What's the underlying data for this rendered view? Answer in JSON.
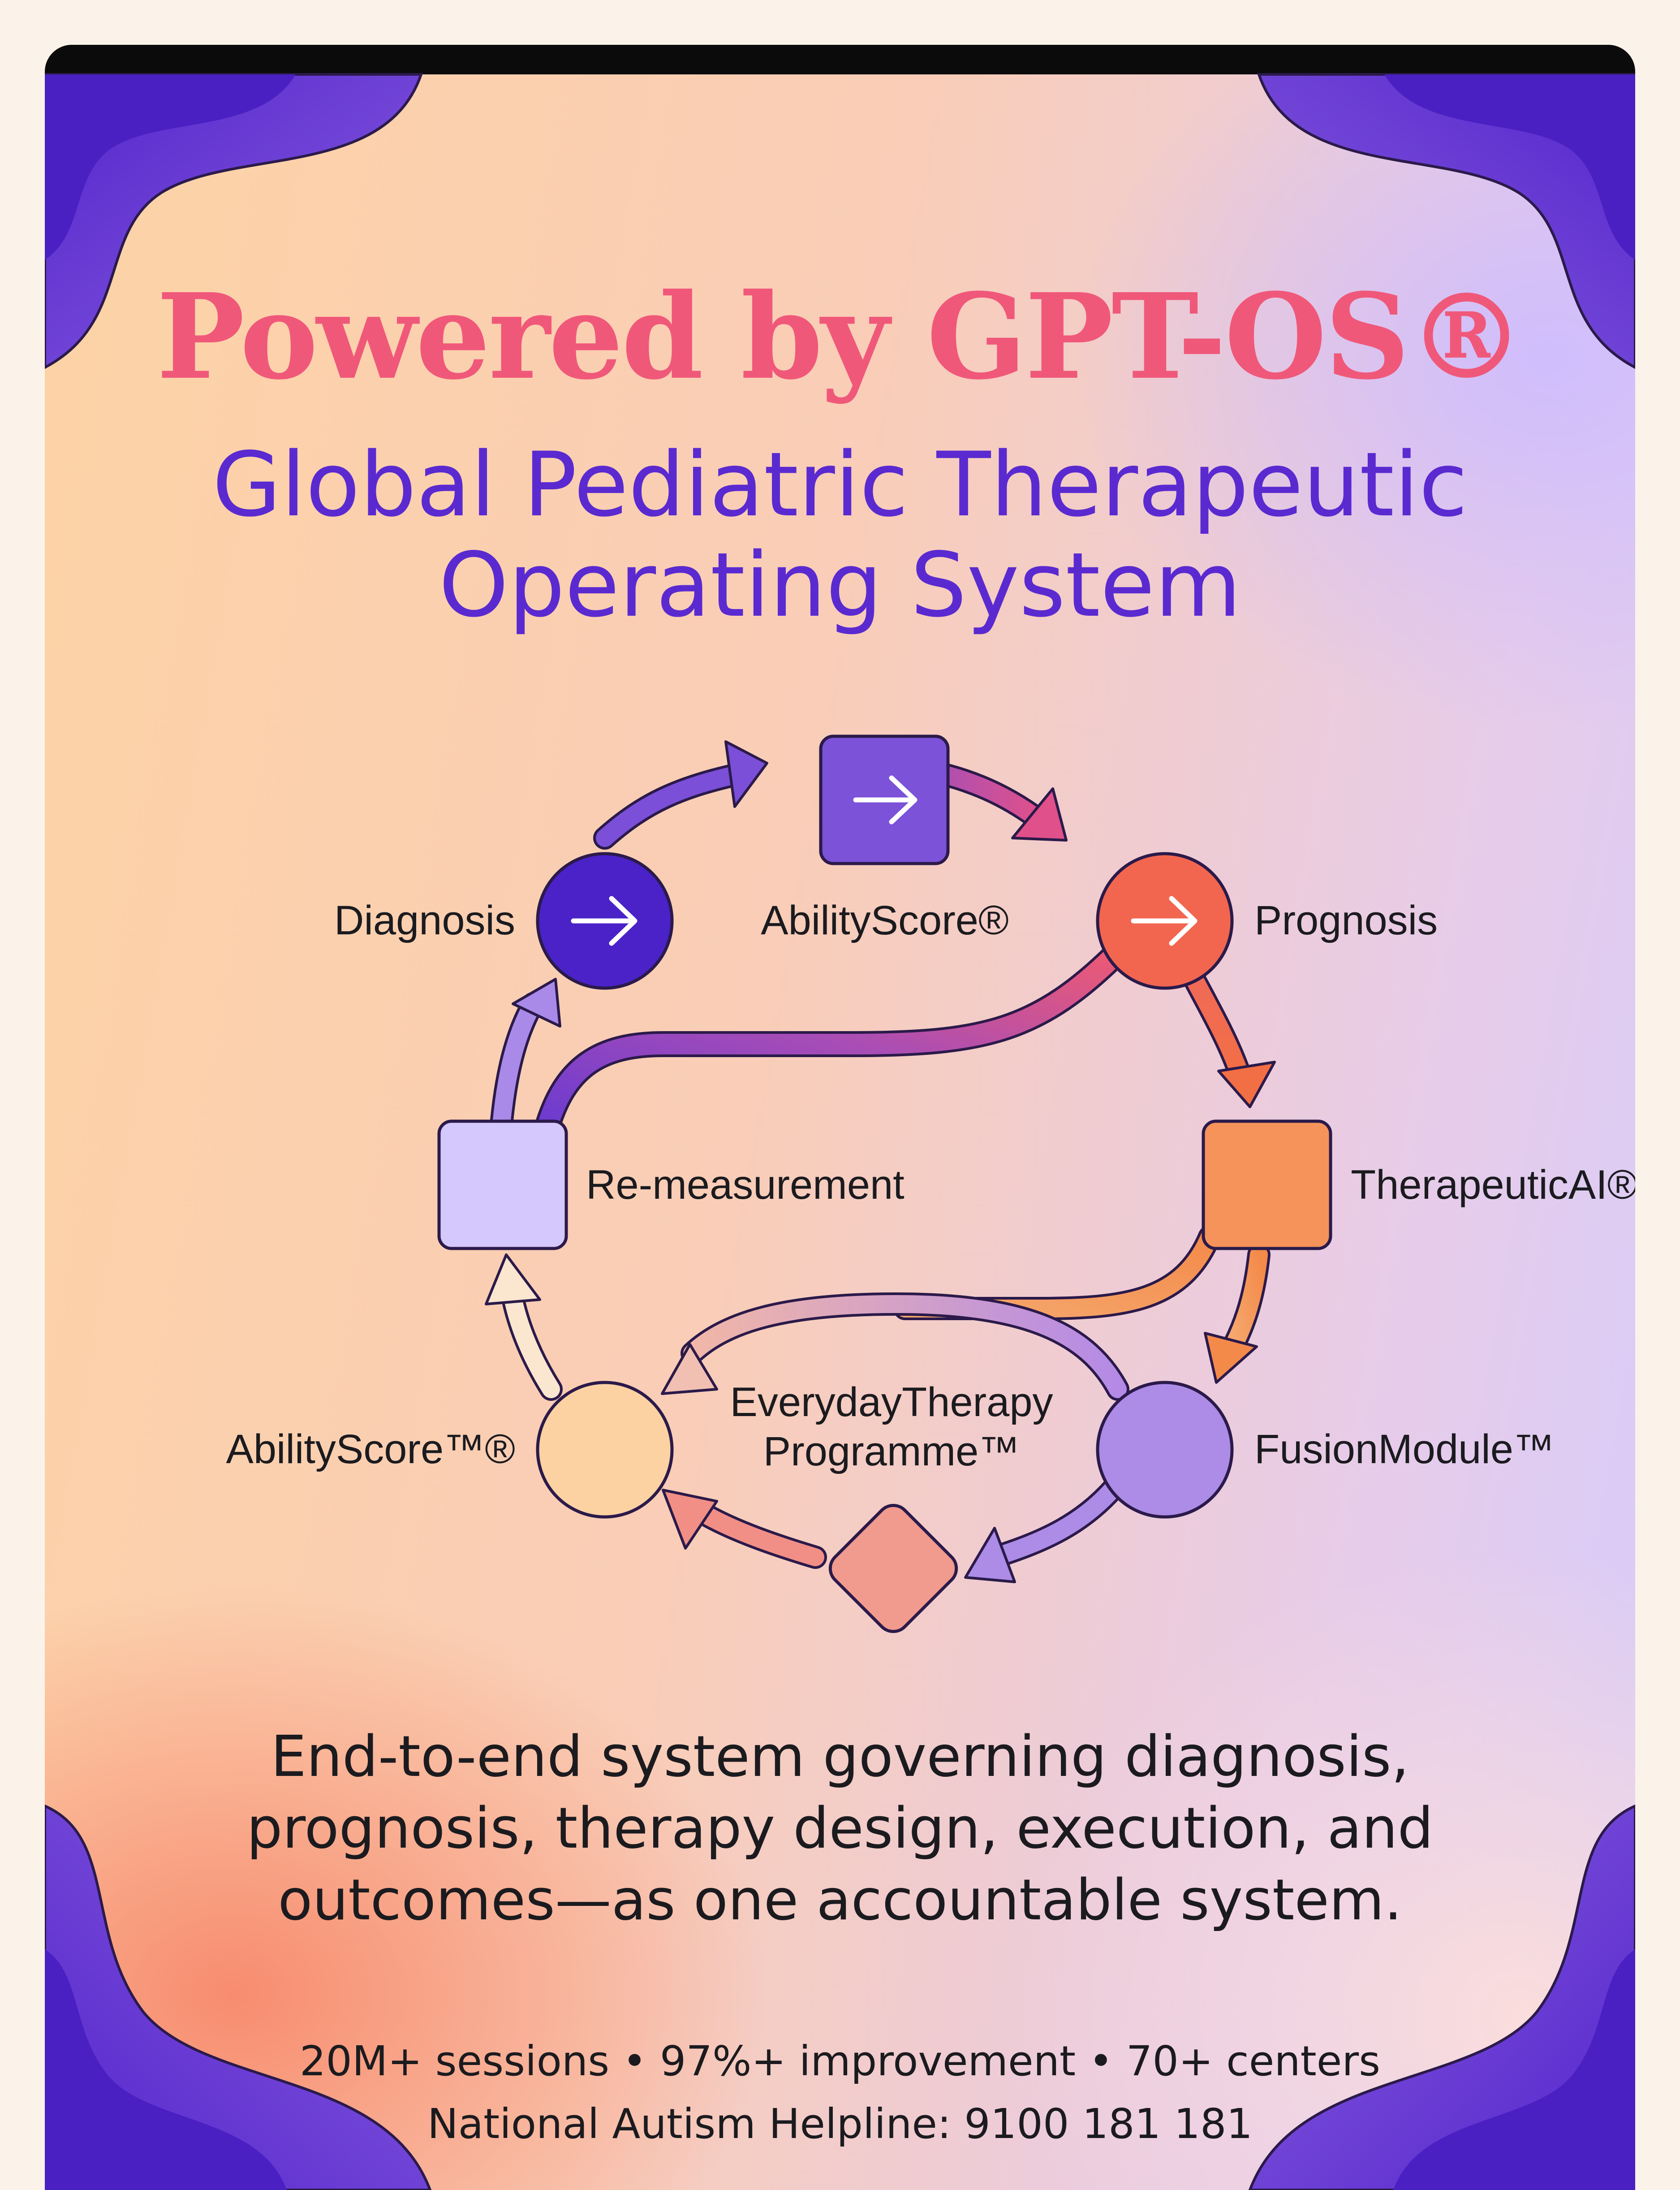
{
  "header": {
    "title": "Powered by GPT-OS®",
    "subtitle_line1": "Global Pediatric Therapeutic",
    "subtitle_line2": "Operating System"
  },
  "diagram": {
    "labels": {
      "diagnosis": "Diagnosis",
      "abilityscore_top": "AbilityScore®",
      "prognosis": "Prognosis",
      "remeasurement": "Re-measurement",
      "therapeuticai": "TherapeuticAI®",
      "abilityscore_bottom": "AbilityScore™®",
      "everyday_line1": "EverydayTherapy",
      "everyday_line2": "Programme™",
      "fusionmodule": "FusionModule™"
    },
    "icons": {
      "node_arrow": "arrow-right-icon"
    },
    "colors": {
      "diagnosis": "#4a22c8",
      "abilityscore_top": "#7b52d8",
      "prognosis": "#f26650",
      "remeasurement": "#d5c8fc",
      "therapeuticai": "#f5935a",
      "fusionmodule": "#ac8ce6",
      "abilityscore_bottom": "#fdd2a2",
      "diamond": "#f19a8e"
    }
  },
  "tagline": {
    "line1": "End-to-end system governing diagnosis,",
    "line2": "prognosis, therapy design, execution, and",
    "line3": "outcomes—as one accountable system."
  },
  "footer": {
    "stats": "20M+ sessions • 97%+ improvement • 70+ centers",
    "helpline": "National Autism Helpline: 9100 181 181"
  },
  "theme": {
    "title_color": "#f0587a",
    "subtitle_color": "#5a2ad0",
    "corner_color": "#5b2ccd"
  }
}
